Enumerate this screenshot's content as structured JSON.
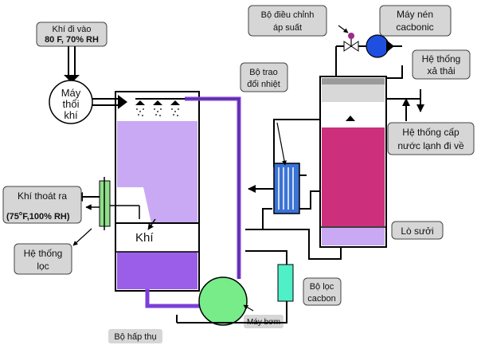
{
  "labels": {
    "inlet_gas_line1": "Khí đi vào",
    "inlet_gas_line2": "80 F, 70% RH",
    "blower_line1": "Máy",
    "blower_line2": "thổi",
    "blower_line3": "khí",
    "exhaust_gas_line1": "Khí thoát ra",
    "exhaust_gas_temp": "75",
    "exhaust_gas_deg": "o",
    "exhaust_gas_rest": "F,100% RH)",
    "exhaust_gas_paren": "(",
    "filter_system_line1": "Hệ thống",
    "filter_system_line2": "lọc",
    "absorber": "Bộ hấp thụ",
    "gas": "Khí",
    "pump": "Máy bơm",
    "carbon_filter_line1": "Bộ lọc",
    "carbon_filter_line2": "cacbon",
    "heat_exchanger_line1": "Bộ trao",
    "heat_exchanger_line2": "đổi nhiệt",
    "pressure_regulator_line1": "Bộ điều chỉnh",
    "pressure_regulator_line2": "áp suất",
    "co2_compressor_line1": "Máy nén",
    "co2_compressor_line2": "cacbonic",
    "exhaust_system_line1": "Hệ thống",
    "exhaust_system_line2": "xả thải",
    "chilled_water_line1": "Hệ thống cấp",
    "chilled_water_line2": "nước lạnh đi về",
    "boiler": "Lò sưởi"
  },
  "colors": {
    "absorber_liquid_light": "#c9a9f4",
    "absorber_liquid_dark": "#9b5ee8",
    "boiler_liquid": "#cc2f7c",
    "boiler_bottom": "#c9a9f4",
    "pump": "#78ec89",
    "carbon_filter": "#4ff0c7",
    "filter": "#8fde8a",
    "heat_exchanger": "#3b73d6",
    "compressor": "#1f4fe0",
    "label_box": "#d6d6d6",
    "pipe_purple": "#7b3fd8"
  }
}
